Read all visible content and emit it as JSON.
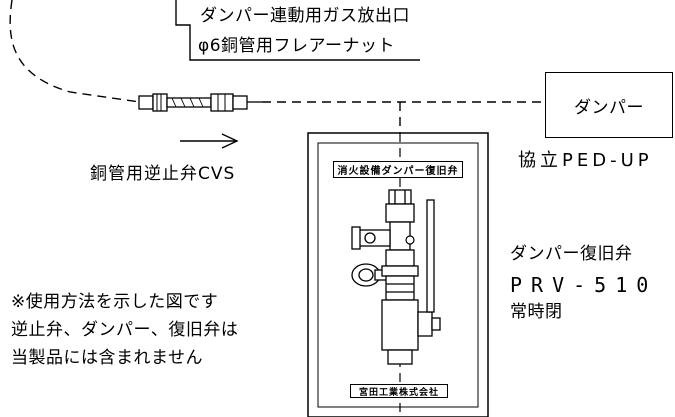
{
  "callout": {
    "line1": "ダンパー連動用ガス放出口",
    "line2": "φ6銅管用フレアーナット"
  },
  "damper": {
    "label": "ダンパー",
    "model": "協立PED-UP"
  },
  "check_valve": {
    "label": "銅管用逆止弁CVS"
  },
  "panel": {
    "title": "消火設備ダンパー復旧弁",
    "maker": "宮田工業株式会社"
  },
  "reset_valve": {
    "name": "ダンパー復旧弁",
    "model": "PRV-510",
    "state": "常時閉"
  },
  "note": {
    "line1": "※使用方法を示した図です",
    "line2": "逆止弁、ダンパー、復旧弁は",
    "line3": "当製品には含まれません"
  }
}
